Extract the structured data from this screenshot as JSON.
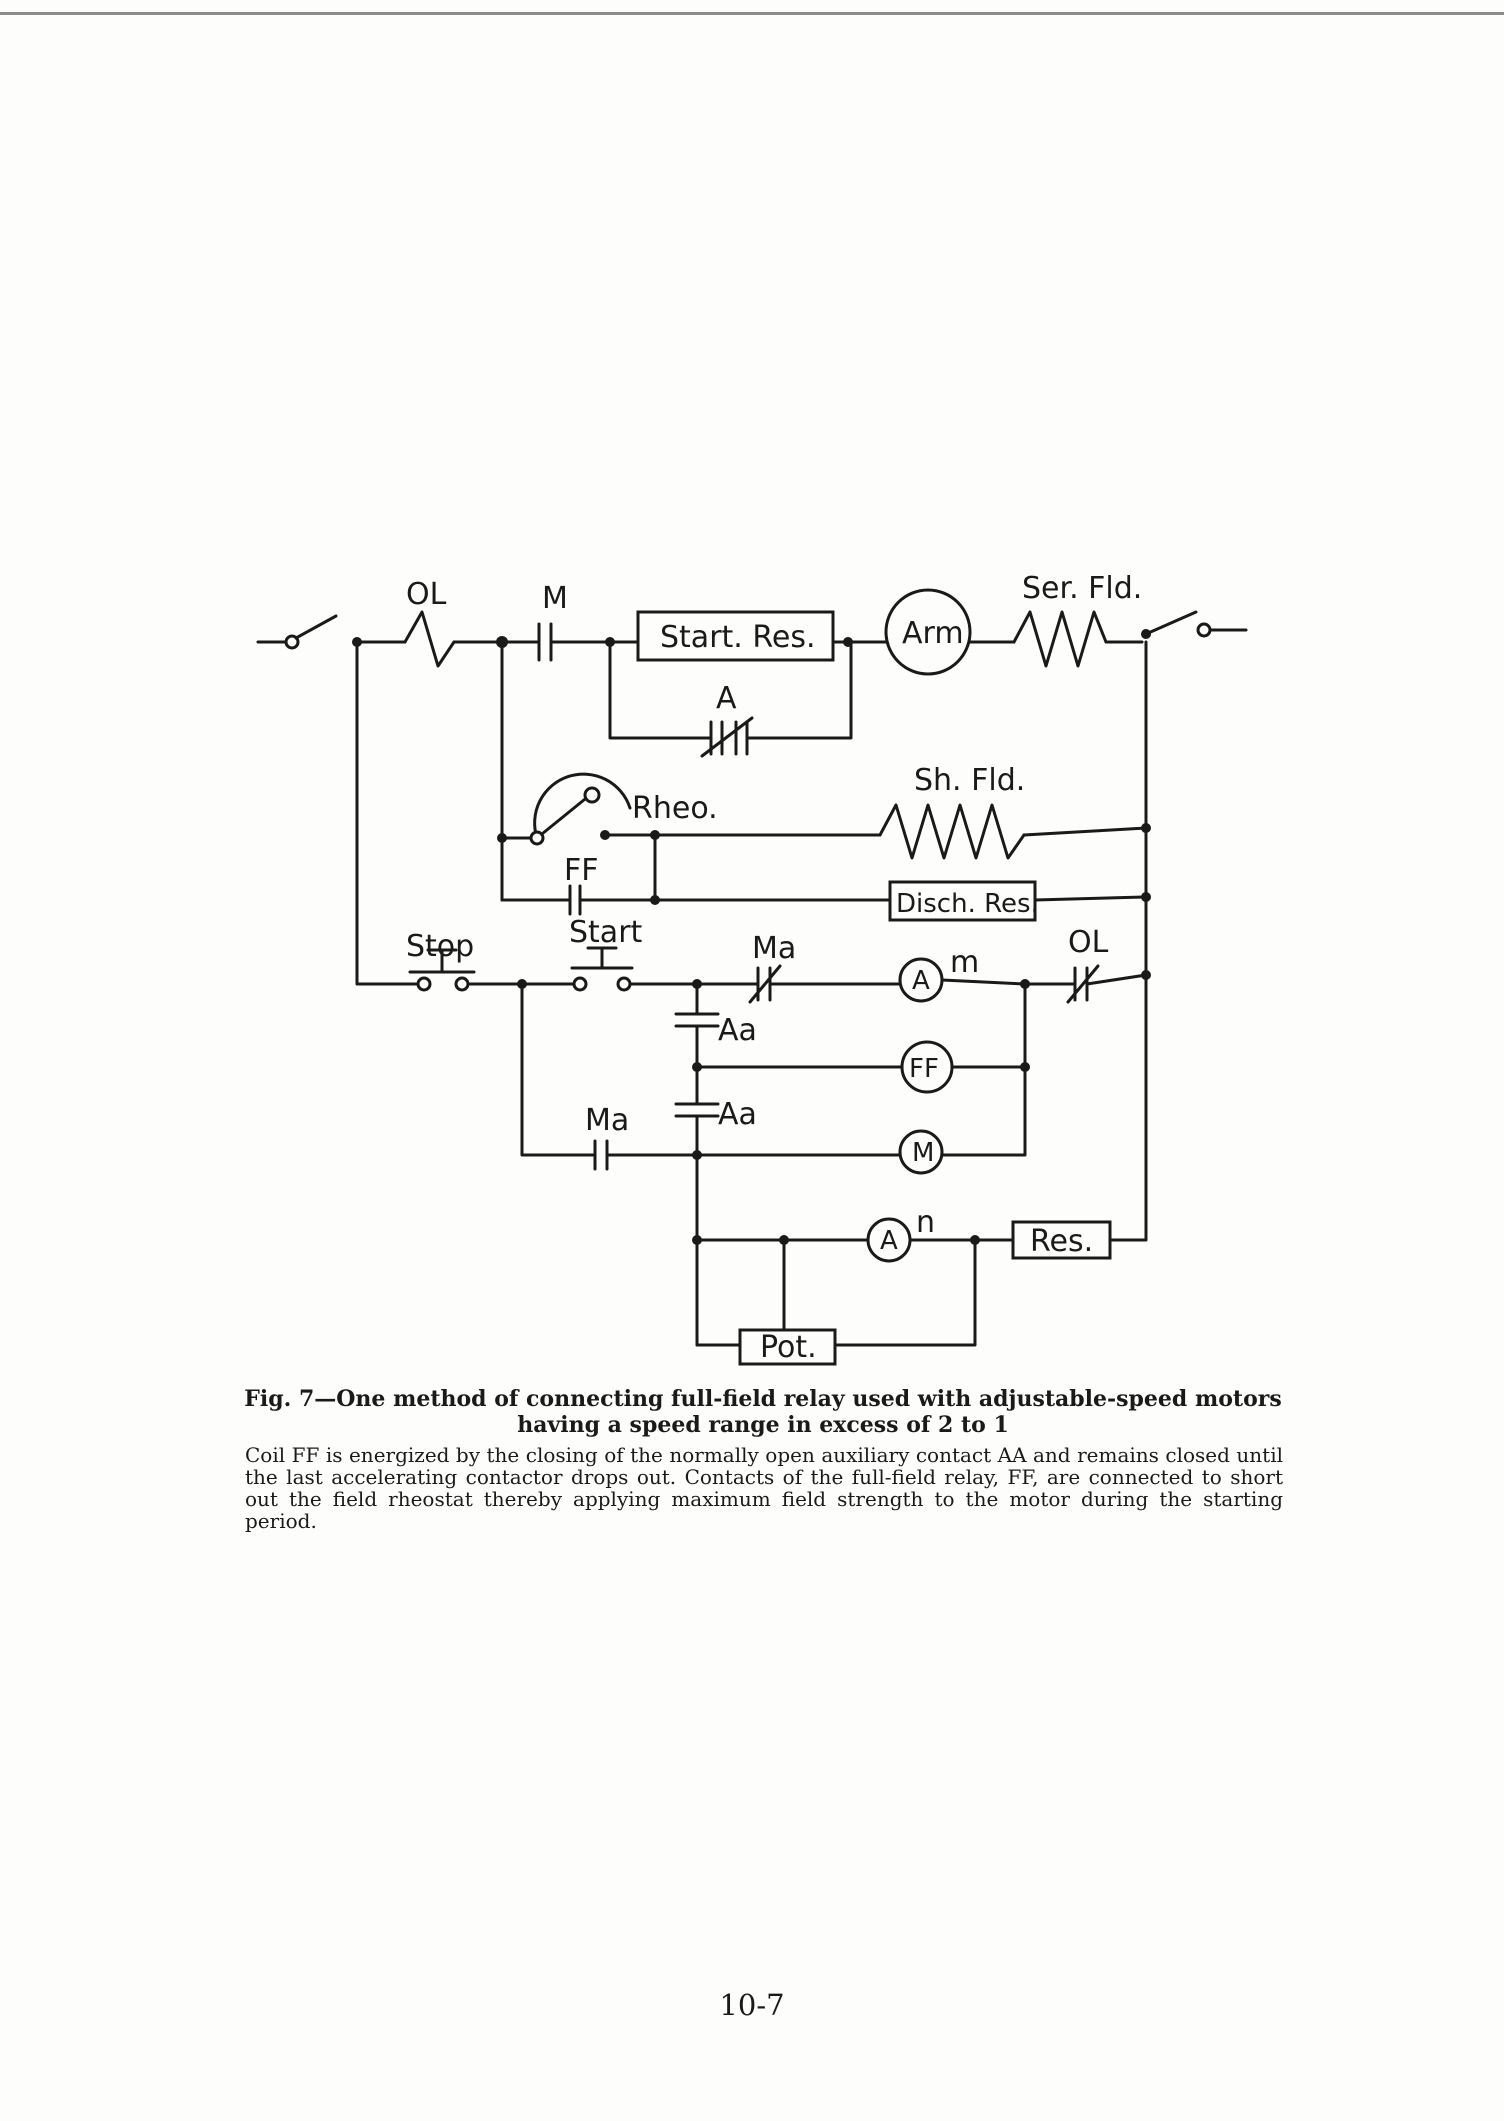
{
  "diagram": {
    "labels": {
      "ol_top": "OL",
      "m_top": "M",
      "start_res": "Start. Res.",
      "arm": "Arm",
      "ser_fld": "Ser. Fld.",
      "a_contact": "A",
      "rheo": "Rheo.",
      "sh_fld": "Sh. Fld.",
      "ff_contact": "FF",
      "disch_res": "Disch. Res.",
      "stop": "Stop",
      "start": "Start",
      "ma_contact": "Ma",
      "ol_contact": "OL",
      "am_coil": "A",
      "am_sup": "m",
      "aa_upper": "Aa",
      "ff_coil": "FF",
      "ma_lower": "Ma",
      "aa_lower": "Aa",
      "m_coil": "M",
      "an_coil": "A",
      "an_sup": "n",
      "res": "Res.",
      "pot": "Pot."
    }
  },
  "caption": {
    "title": "Fig. 7—One method of connecting full-field relay used with adjustable-speed motors having a speed range in excess of 2 to 1",
    "body": "Coil FF is energized by the closing of the normally open auxiliary contact AA and remains closed until the last accelerating contactor drops out. Contacts of the full-field relay, FF, are connected to short out the field rheostat thereby applying maximum field strength to the motor during the starting period."
  },
  "page_number": "10-7"
}
